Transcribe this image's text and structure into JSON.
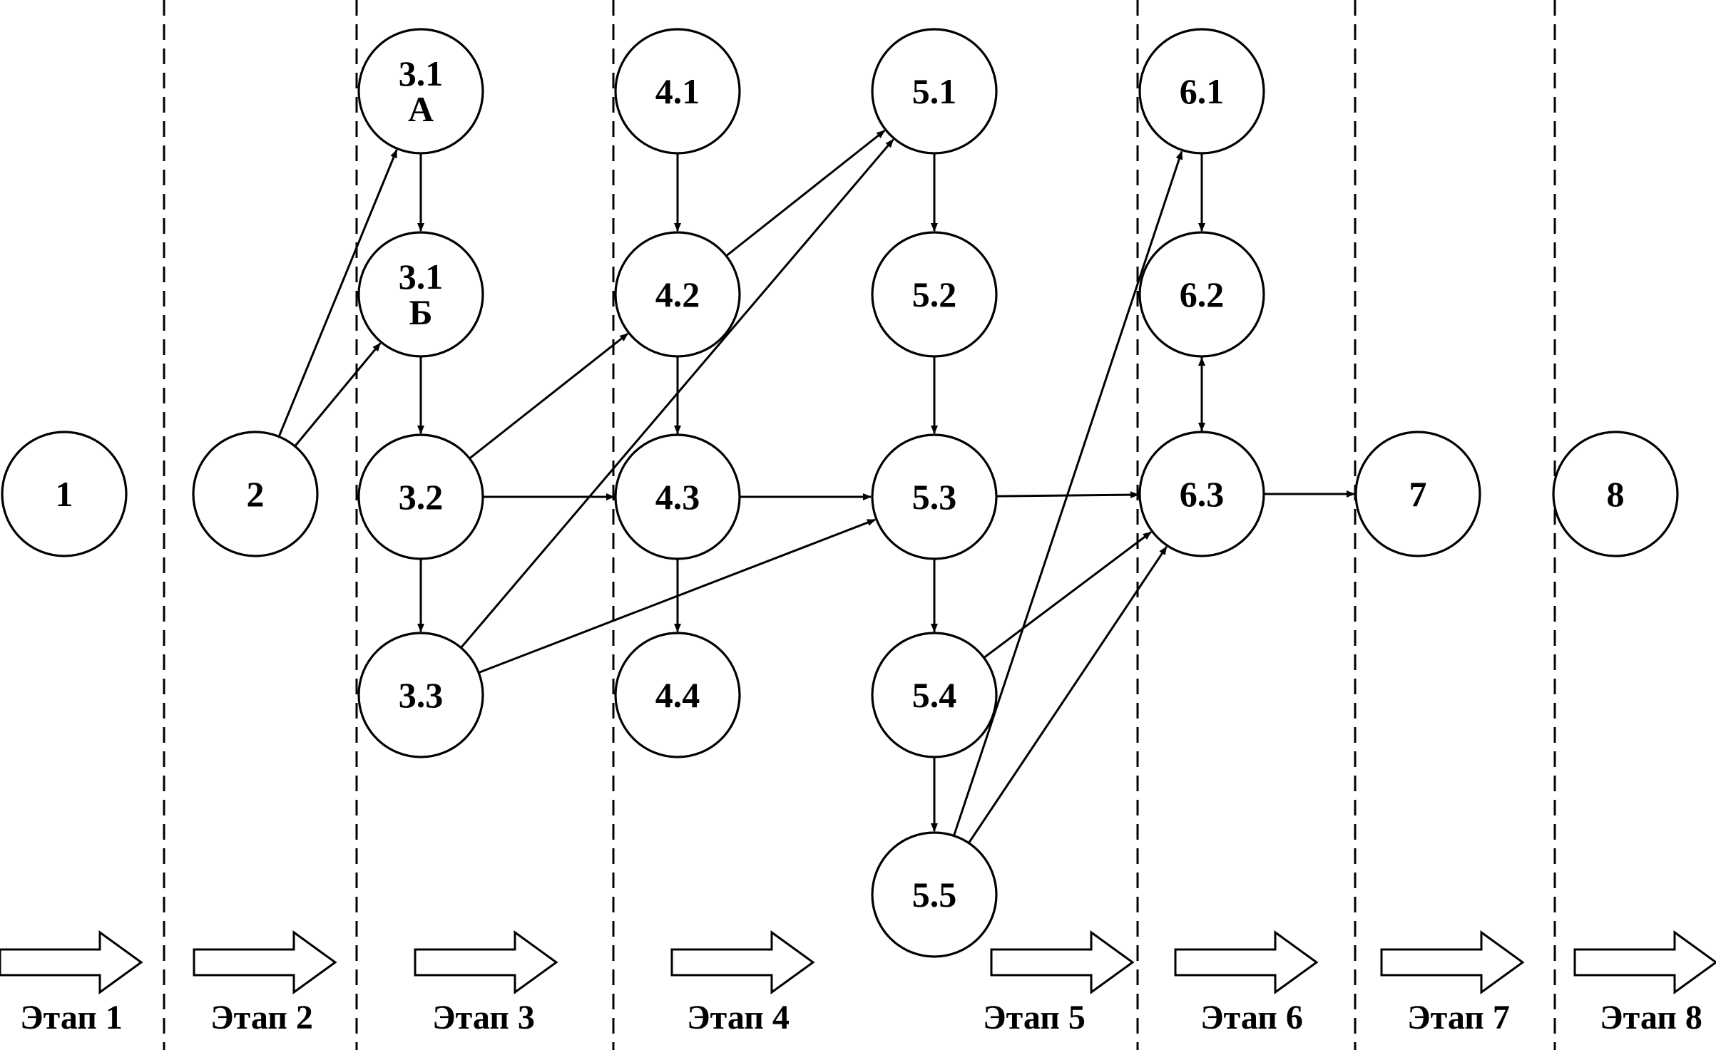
{
  "nodes": [
    {
      "id": "1",
      "lines": [
        "1"
      ]
    },
    {
      "id": "2",
      "lines": [
        "2"
      ]
    },
    {
      "id": "3.1A",
      "lines": [
        "3.1",
        "А"
      ]
    },
    {
      "id": "3.1B",
      "lines": [
        "3.1",
        "Б"
      ]
    },
    {
      "id": "3.2",
      "lines": [
        "3.2"
      ]
    },
    {
      "id": "3.3",
      "lines": [
        "3.3"
      ]
    },
    {
      "id": "4.1",
      "lines": [
        "4.1"
      ]
    },
    {
      "id": "4.2",
      "lines": [
        "4.2"
      ]
    },
    {
      "id": "4.3",
      "lines": [
        "4.3"
      ]
    },
    {
      "id": "4.4",
      "lines": [
        "4.4"
      ]
    },
    {
      "id": "5.1",
      "lines": [
        "5.1"
      ]
    },
    {
      "id": "5.2",
      "lines": [
        "5.2"
      ]
    },
    {
      "id": "5.3",
      "lines": [
        "5.3"
      ]
    },
    {
      "id": "5.4",
      "lines": [
        "5.4"
      ]
    },
    {
      "id": "5.5",
      "lines": [
        "5.5"
      ]
    },
    {
      "id": "6.1",
      "lines": [
        "6.1"
      ]
    },
    {
      "id": "6.2",
      "lines": [
        "6.2"
      ]
    },
    {
      "id": "6.3",
      "lines": [
        "6.3"
      ]
    },
    {
      "id": "7",
      "lines": [
        "7"
      ]
    },
    {
      "id": "8",
      "lines": [
        "8"
      ]
    }
  ],
  "edges": [
    {
      "from": "2",
      "to": "3.1A"
    },
    {
      "from": "2",
      "to": "3.1B"
    },
    {
      "from": "3.1A",
      "to": "3.1B"
    },
    {
      "from": "3.1B",
      "to": "3.2"
    },
    {
      "from": "3.2",
      "to": "3.3"
    },
    {
      "from": "3.2",
      "to": "4.3"
    },
    {
      "from": "3.2",
      "to": "4.2"
    },
    {
      "from": "3.3",
      "to": "5.1"
    },
    {
      "from": "3.3",
      "to": "5.3"
    },
    {
      "from": "4.1",
      "to": "4.2"
    },
    {
      "from": "4.2",
      "to": "4.3"
    },
    {
      "from": "4.2",
      "to": "4.4"
    },
    {
      "from": "4.2",
      "to": "5.1"
    },
    {
      "from": "4.3",
      "to": "5.3"
    },
    {
      "from": "5.1",
      "to": "5.2"
    },
    {
      "from": "5.2",
      "to": "5.3"
    },
    {
      "from": "5.3",
      "to": "5.4"
    },
    {
      "from": "5.3",
      "to": "5.5"
    },
    {
      "from": "5.3",
      "to": "6.3"
    },
    {
      "from": "5.4",
      "to": "6.3"
    },
    {
      "from": "5.5",
      "to": "6.1"
    },
    {
      "from": "5.5",
      "to": "6.3"
    },
    {
      "from": "6.1",
      "to": "6.2"
    },
    {
      "from": "6.2",
      "to": "6.3"
    },
    {
      "from": "6.3",
      "to": "6.2"
    },
    {
      "from": "6.3",
      "to": "7"
    }
  ],
  "stages": [
    "Этап 1",
    "Этап 2",
    "Этап 3",
    "Этап 4",
    "Этап 5",
    "Этап 6",
    "Этап 7",
    "Этап 8"
  ]
}
